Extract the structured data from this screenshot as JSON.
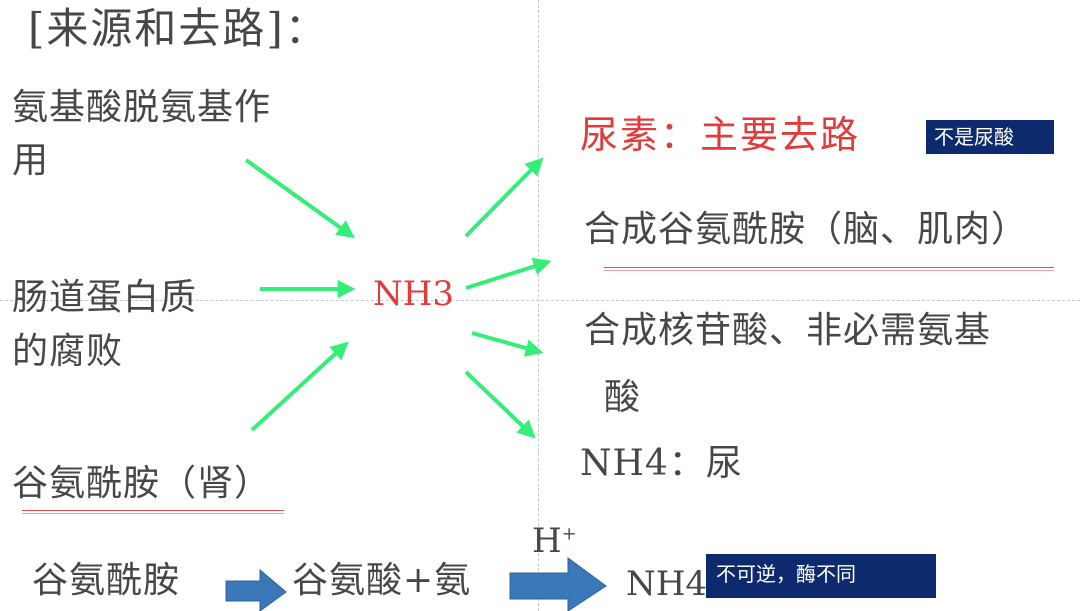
{
  "title": "[来源和去路]：",
  "sources": {
    "amino_deamination": [
      "氨基酸脱氨基作",
      "用"
    ],
    "intestinal_putrefaction": [
      "肠道蛋白质",
      "的腐败"
    ],
    "glutamine_kidney": "谷氨酰胺（肾）"
  },
  "center": "NH3",
  "destinations": {
    "urea": "尿素：主要去路",
    "urea_badge": "不是尿酸",
    "glutamine_synthesis": "合成谷氨酰胺（脑、肌肉）",
    "nucleotide_synthesis": [
      "合成核苷酸、非必需氨基",
      "酸"
    ],
    "nh4_urine": "NH4：尿"
  },
  "reaction": {
    "substrate": "谷氨酰胺",
    "products": "谷氨酸+氨",
    "catalyst": "H",
    "catalyst_sup": "+",
    "result": "NH4",
    "badge": "不可逆，酶不同"
  },
  "colors": {
    "arrow_green": "#33ee77",
    "block_arrow_blue": "#3a78b8",
    "badge_navy": "#0d2a6e",
    "accent_red": "#e03c3c",
    "text_gray": "#474747"
  }
}
